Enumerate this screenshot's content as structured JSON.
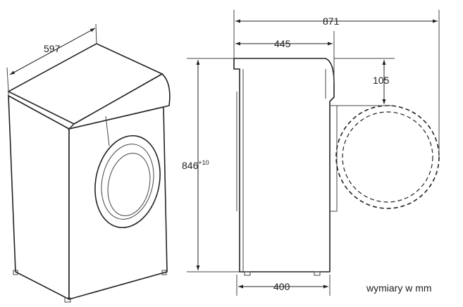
{
  "dimensions": {
    "width": "597",
    "total_depth": "871",
    "body_depth": "445",
    "door_offset": "105",
    "height": "846",
    "height_tolerance": "+10",
    "base_depth": "400"
  },
  "caption": "wymiary w mm",
  "colors": {
    "line": "#222222",
    "background": "#ffffff"
  }
}
